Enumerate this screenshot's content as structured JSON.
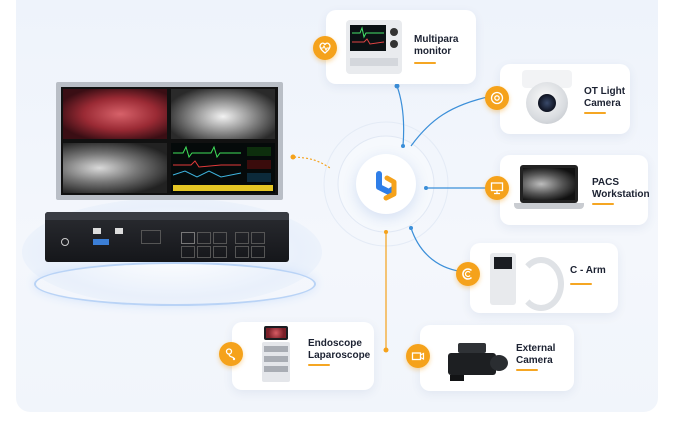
{
  "hub": {
    "name": "central-hub"
  },
  "devices": [
    {
      "id": "multipara",
      "label": "Multipara\nmonitor",
      "icon": "heart-monitor-icon"
    },
    {
      "id": "otlight",
      "label": "OT Light\nCamera",
      "icon": "camera-lens-icon"
    },
    {
      "id": "pacs",
      "label": "PACS\nWorkstation",
      "icon": "monitor-icon"
    },
    {
      "id": "carm",
      "label": "C - Arm",
      "icon": "c-arm-icon"
    },
    {
      "id": "external",
      "label": "External\nCamera",
      "icon": "video-camera-icon"
    },
    {
      "id": "endoscope",
      "label": "Endoscope\nLaparoscope",
      "icon": "endoscope-icon"
    }
  ],
  "colors": {
    "accent": "#f5a21b",
    "link": "#3b8fd9",
    "hub": "#2f7ee8"
  }
}
